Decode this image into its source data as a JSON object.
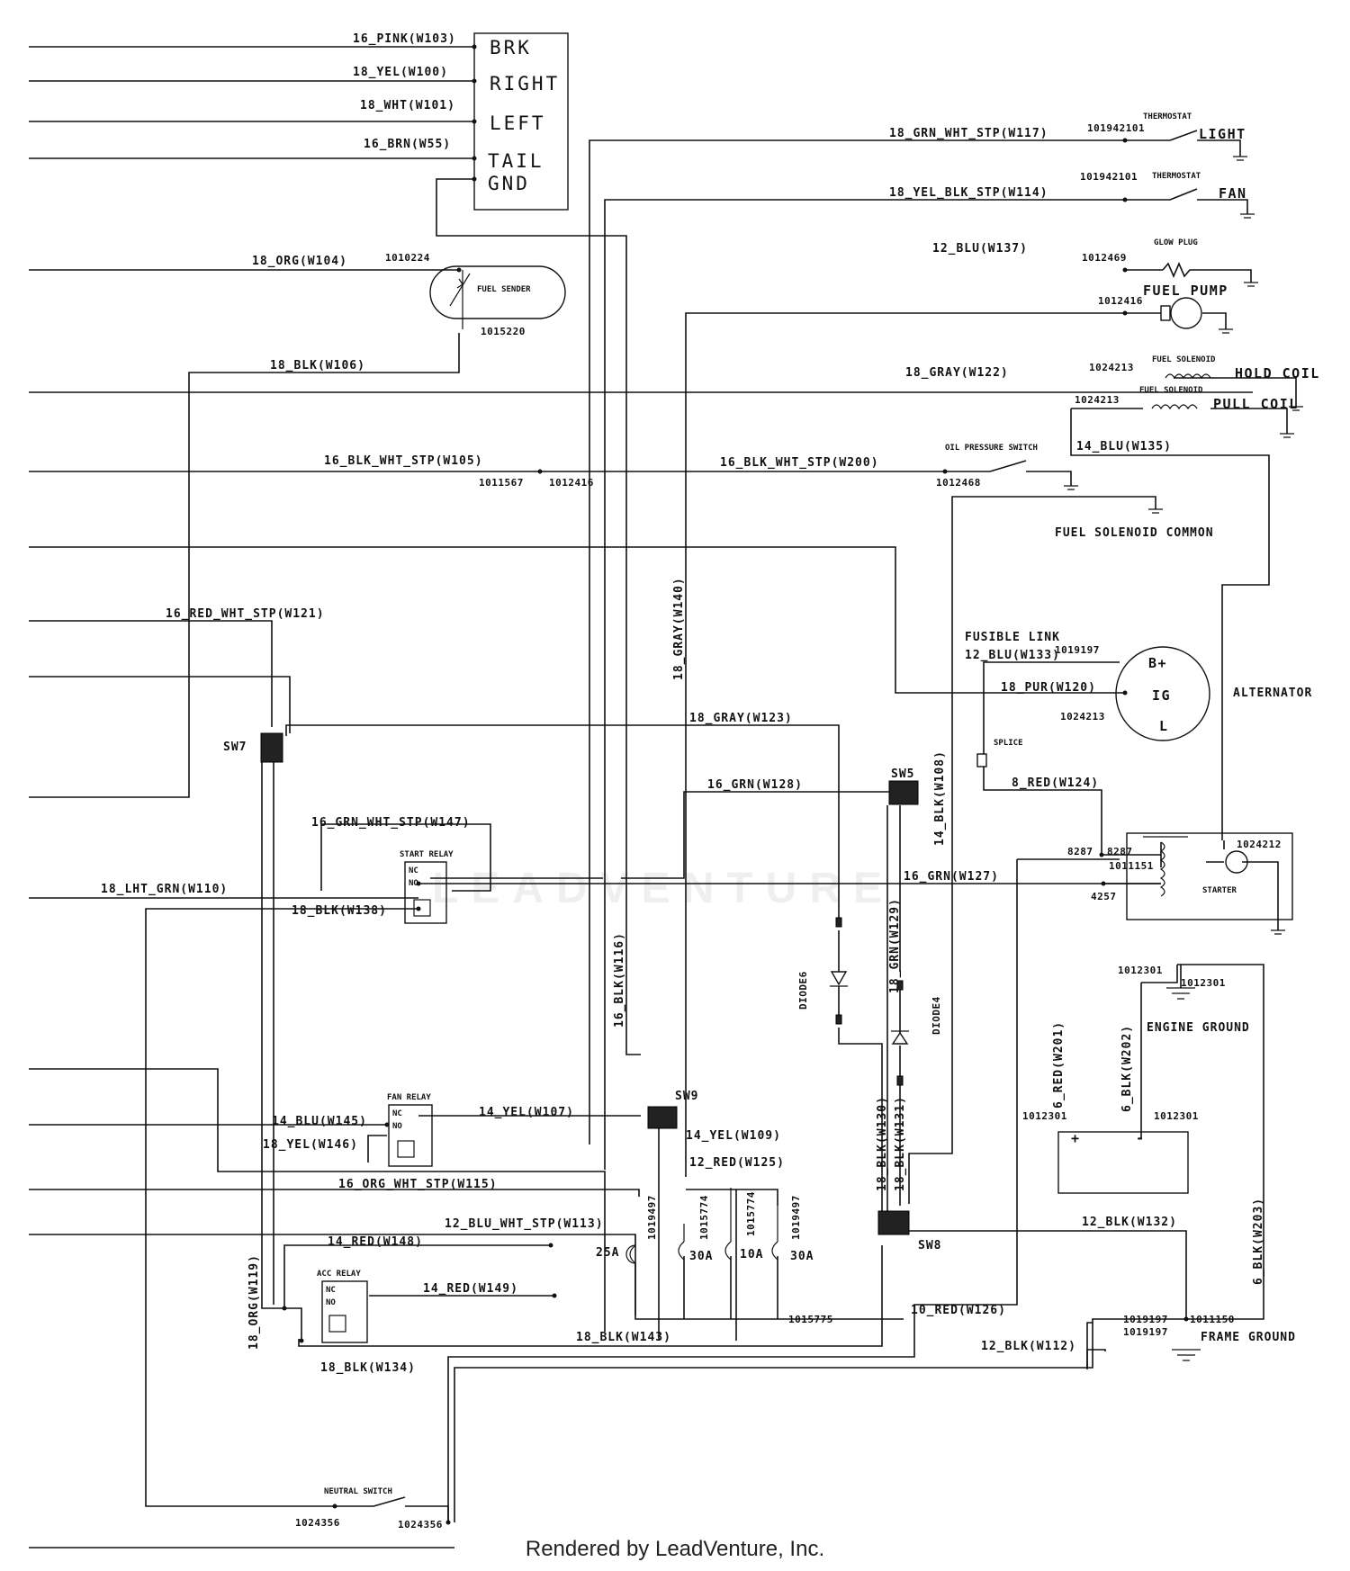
{
  "footer": {
    "text": "Rendered by LeadVenture, Inc."
  },
  "watermark": {
    "text": "LEADVENTURE"
  },
  "light_box": {
    "lines": [
      "BRK",
      "RIGHT",
      "LEFT",
      "TAIL",
      "GND"
    ]
  },
  "components": {
    "fuel_sender": "FUEL SENDER",
    "thermostat_1": "THERMOSTAT",
    "thermostat_2": "THERMOSTAT",
    "light": "LIGHT",
    "fan": "FAN",
    "glow_plug": "GLOW PLUG",
    "fuel_pump": "FUEL PUMP",
    "fuel_solenoid_1": "FUEL SOLENOID",
    "fuel_solenoid_2": "FUEL SOLENOID",
    "hold_coil": "HOLD COIL",
    "pull_coil": "PULL COIL",
    "oil_pressure_switch": "OIL PRESSURE SWITCH",
    "fuel_solenoid_common": "FUEL SOLENOID COMMON",
    "fusible_link": "FUSIBLE LINK",
    "alternator": "ALTERNATOR",
    "alt_b": "B+",
    "alt_ig": "IG",
    "alt_l": "L",
    "splice": "SPLICE",
    "start_relay": "START RELAY",
    "starter": "STARTER",
    "fan_relay": "FAN RELAY",
    "acc_relay": "ACC RELAY",
    "nc": "NC",
    "no": "NO",
    "engine_ground": "ENGINE GROUND",
    "frame_ground": "FRAME GROUND",
    "neutral_switch": "NEUTRAL SWITCH",
    "diode6": "DIODE6",
    "diode4": "DIODE4",
    "sw5": "SW5",
    "sw7": "SW7",
    "sw8": "SW8",
    "sw9": "SW9",
    "fuse_25a": "25A",
    "fuse_30a_1": "30A",
    "fuse_10a": "10A",
    "fuse_30a_2": "30A",
    "battery_plus": "+",
    "battery_minus": "-"
  },
  "wires": {
    "w103": "16_PINK(W103)",
    "w100": "18_YEL(W100)",
    "w101": "18_WHT(W101)",
    "w55": "16_BRN(W55)",
    "w104": "18_ORG(W104)",
    "w106": "18_BLK(W106)",
    "w105": "16_BLK_WHT_STP(W105)",
    "w200": "16_BLK_WHT_STP(W200)",
    "w117": "18_GRN_WHT_STP(W117)",
    "w114": "18_YEL_BLK_STP(W114)",
    "w137": "12_BLU(W137)",
    "w122": "18_GRAY(W122)",
    "w135": "14_BLU(W135)",
    "w121": "16_RED_WHT_STP(W121)",
    "w140": "18_GRAY(W140)",
    "w133": "12_BLU(W133)",
    "w120": "18_PUR(W120)",
    "w123": "18_GRAY(W123)",
    "w128": "16_GRN(W128)",
    "w108": "14_BLK(W108)",
    "w124": "8_RED(W124)",
    "w147": "16_GRN_WHT_STP(W147)",
    "w127": "16_GRN(W127)",
    "w110": "18_LHT_GRN(W110)",
    "w138": "18_BLK(W138)",
    "w116": "16_BLK(W116)",
    "w129": "18_GRN(W129)",
    "w201": "6_RED(W201)",
    "w202": "6_BLK(W202)",
    "w107": "14_YEL(W107)",
    "w145": "14_BLU(W145)",
    "w146": "18_YEL(W146)",
    "w109": "14_YEL(W109)",
    "w130": "18_BLK(W130)",
    "w131": "18_BLK(W131)",
    "w125": "12_RED(W125)",
    "w115": "16_ORG_WHT_STP(W115)",
    "w113": "12_BLU_WHT_STP(W113)",
    "w132": "12_BLK(W132)",
    "w203": "6_BLK(W203)",
    "w148": "14_RED(W148)",
    "w149": "14_RED(W149)",
    "w119": "18_ORG(W119)",
    "w126": "10_RED(W126)",
    "w143": "18_BLK(W143)",
    "w112": "12_BLK(W112)",
    "w134": "18_BLK(W134)"
  },
  "part_numbers": {
    "p1010224": "1010224",
    "p1015220": "1015220",
    "p1011567": "1011567",
    "p1012416_a": "1012416",
    "p1012468": "1012468",
    "p101942101_a": "101942101",
    "p101942101_b": "101942101",
    "p1012469": "1012469",
    "p1012416_b": "1012416",
    "p1024213_a": "1024213",
    "p1024213_b": "1024213",
    "p1019197_a": "1019197",
    "p1024213_c": "1024213",
    "p8287_a": "8287",
    "p8287_b": "8287",
    "p1011151": "1011151",
    "p4257": "4257",
    "p1024212": "1024212",
    "p1012301_a": "1012301",
    "p1012301_b": "1012301",
    "p1012301_c": "1012301",
    "p1012301_d": "1012301",
    "p1019497_a": "1019497",
    "p1015774_a": "1015774",
    "p1015774_b": "1015774",
    "p1019497_b": "1019497",
    "p1015775": "1015775",
    "p1019197_b": "1019197",
    "p1019197_c": "1019197",
    "p1011150": "1011150",
    "p1024356_a": "1024356",
    "p1024356_b": "1024356"
  }
}
